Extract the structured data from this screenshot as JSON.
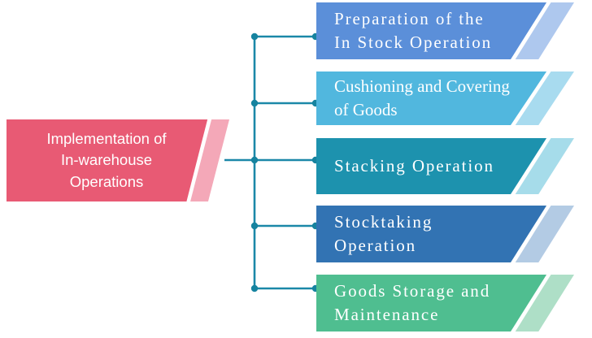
{
  "diagram": {
    "type": "horizontal-tree",
    "root": {
      "label": "Implementation of\nIn-warehouse\nOperations",
      "color": "#E85A74",
      "stripe_color": "#F4A8B8",
      "text_color": "#FFFFFF"
    },
    "connector": {
      "color": "#1B88A8",
      "style": "orthogonal-with-dots"
    },
    "nodes": [
      {
        "label": "Preparation of the\nIn Stock Operation",
        "color": "#5B8FD9",
        "stripe_color": "#AEC8EE",
        "text_color": "#FFFFFF",
        "spacing": "spaced"
      },
      {
        "label": "Cushioning and Covering\nof Goods",
        "color": "#51B7DE",
        "stripe_color": "#A8DBEF",
        "text_color": "#FFFFFF",
        "spacing": "tight"
      },
      {
        "label": "Stacking Operation",
        "color": "#1D92AE",
        "stripe_color": "#A6DCEA",
        "text_color": "#FFFFFF",
        "spacing": "spaced"
      },
      {
        "label": "Stocktaking\nOperation",
        "color": "#3273B3",
        "stripe_color": "#B3CBE4",
        "text_color": "#FFFFFF",
        "spacing": "spaced"
      },
      {
        "label": "Goods Storage and\nMaintenance",
        "color": "#4FBE90",
        "stripe_color": "#AEDFC7",
        "text_color": "#FFFFFF",
        "spacing": "spaced"
      }
    ]
  }
}
